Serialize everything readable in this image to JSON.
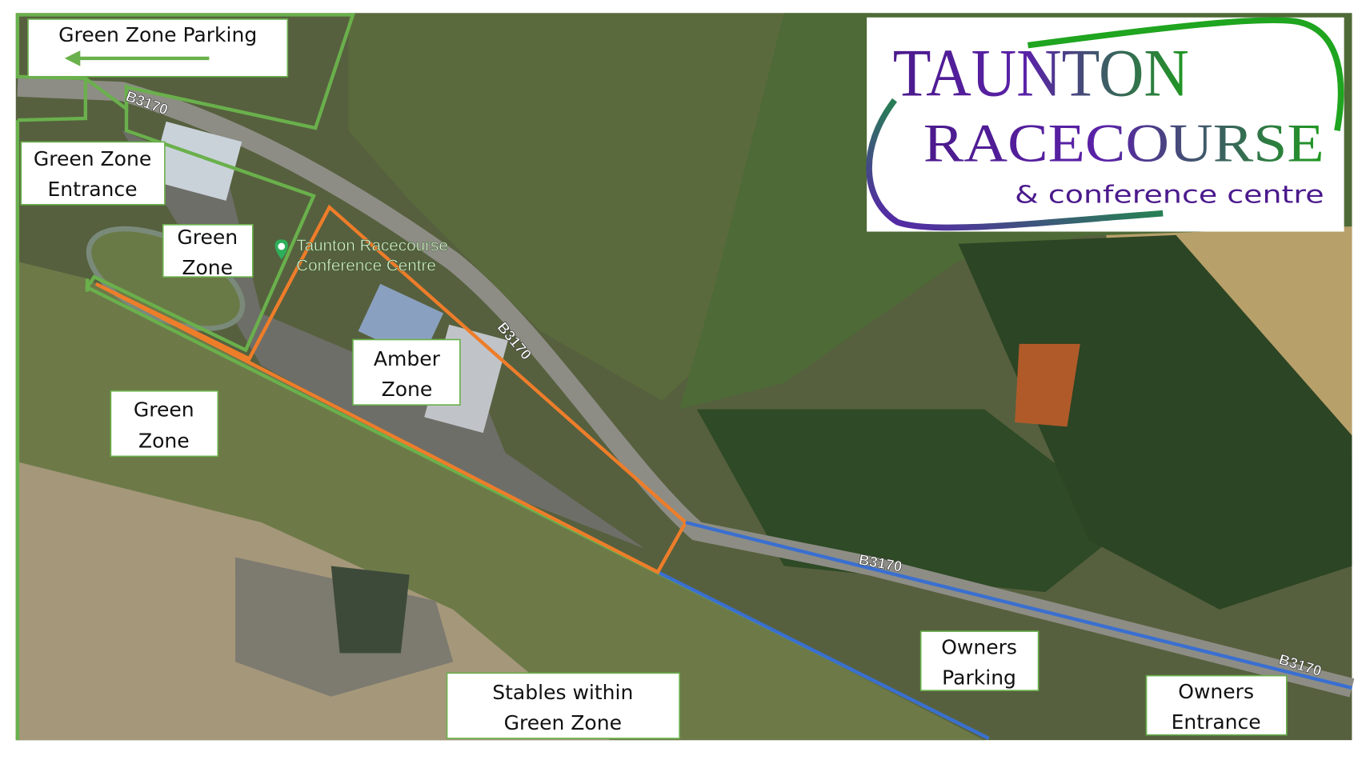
{
  "logo": {
    "line1": "TAUNTON",
    "line2": "RACECOURSE",
    "line3": "& conference centre",
    "colors": {
      "green": "#1f8c1f",
      "purple": "#4b1a8c"
    }
  },
  "labels": {
    "green_zone_parking": "Green Zone Parking",
    "green_zone_entrance": [
      "Green Zone",
      "Entrance"
    ],
    "green_zone_small": [
      "Green",
      "Zone"
    ],
    "amber_zone": [
      "Amber",
      "Zone"
    ],
    "green_zone_large": [
      "Green",
      "Zone"
    ],
    "stables": [
      "Stables within",
      "Green Zone"
    ],
    "owners_parking": [
      "Owners",
      "Parking"
    ],
    "owners_entrance": [
      "Owners",
      "Entrance"
    ]
  },
  "map_labels": {
    "road": "B3170",
    "poi": [
      "Taunton Racecourse",
      "Conference Centre"
    ]
  },
  "icons": {
    "arrow": "arrow-left-icon",
    "pin": "map-pin-icon"
  },
  "zone_colors": {
    "green": "#6ab04c",
    "amber": "#ee7d2a",
    "blue": "#3a6fd0"
  }
}
